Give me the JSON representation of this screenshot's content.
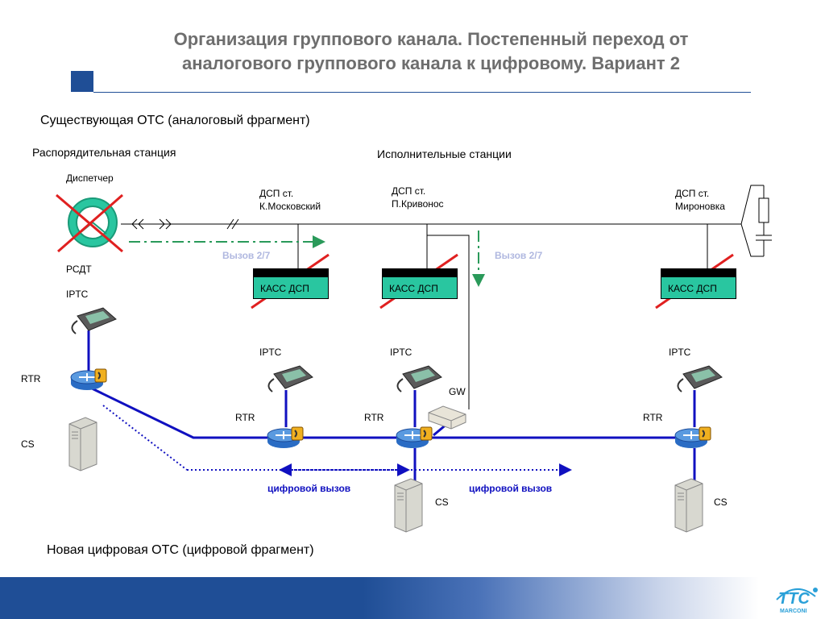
{
  "header": {
    "title_line1": "Организация группового канала. Постепенный переход от",
    "title_line2": "аналогового группового канала к цифровому. Вариант 2"
  },
  "sections": {
    "existing": "Существующая ОТС (аналоговый фрагмент)",
    "new": "Новая цифровая ОТС (цифровой фрагмент)"
  },
  "stations": {
    "control_station": "Распорядительная станция",
    "executive_stations": "Исполнительные станции",
    "dispatcher": "Диспетчер",
    "rsdt": "РСДТ",
    "dsp1_line1": "ДСП ст.",
    "dsp1_line2": "К.Московский",
    "dsp2_line1": "ДСП ст.",
    "dsp2_line2": "П.Кривонос",
    "dsp3_line1": "ДСП ст.",
    "dsp3_line2": "Мироновка"
  },
  "equipment": {
    "kass": "КАСС ДСП",
    "iptc": "IPTC",
    "rtr": "RTR",
    "cs": "CS",
    "gw": "GW"
  },
  "calls": {
    "analog_call": "Вызов 2/7",
    "digital_call": "цифровой вызов"
  },
  "logo": {
    "brand": "TTC",
    "sub": "MARCONI"
  },
  "colors": {
    "title": "#6e6e6e",
    "accent_blue": "#1f4e96",
    "digital_line": "#1010c0",
    "analog_call_arrow": "#2a9a5a",
    "kass_fill": "#29c6a0",
    "cross_red": "#e02020"
  }
}
